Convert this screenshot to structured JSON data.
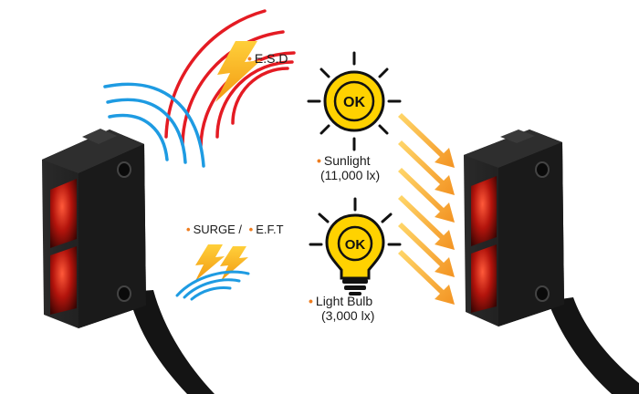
{
  "labels": {
    "esd": "E.S.D",
    "surge": "SURGE /",
    "eft": "E.F.T",
    "sunlight": "Sunlight",
    "sunlight_lux": "(11,000 lx)",
    "light_bulb": "Light Bulb",
    "light_bulb_lux": "(3,000 lx)"
  },
  "badges": {
    "sun_ok": "OK",
    "bulb_ok": "OK"
  },
  "icons": [
    "lightning-bolt-icon",
    "sun-icon",
    "light-bulb-icon",
    "arrow-icon"
  ],
  "colors": {
    "accent_dot": "#ee7d1f",
    "esd_waves": "#e41b23",
    "surge_waves": "#1e9be2",
    "ok_yellow": "#ffd200",
    "bolt_orange": "#f6a31b",
    "sensor_body": "#1e1e1e",
    "lens_red": "#b3140c"
  }
}
